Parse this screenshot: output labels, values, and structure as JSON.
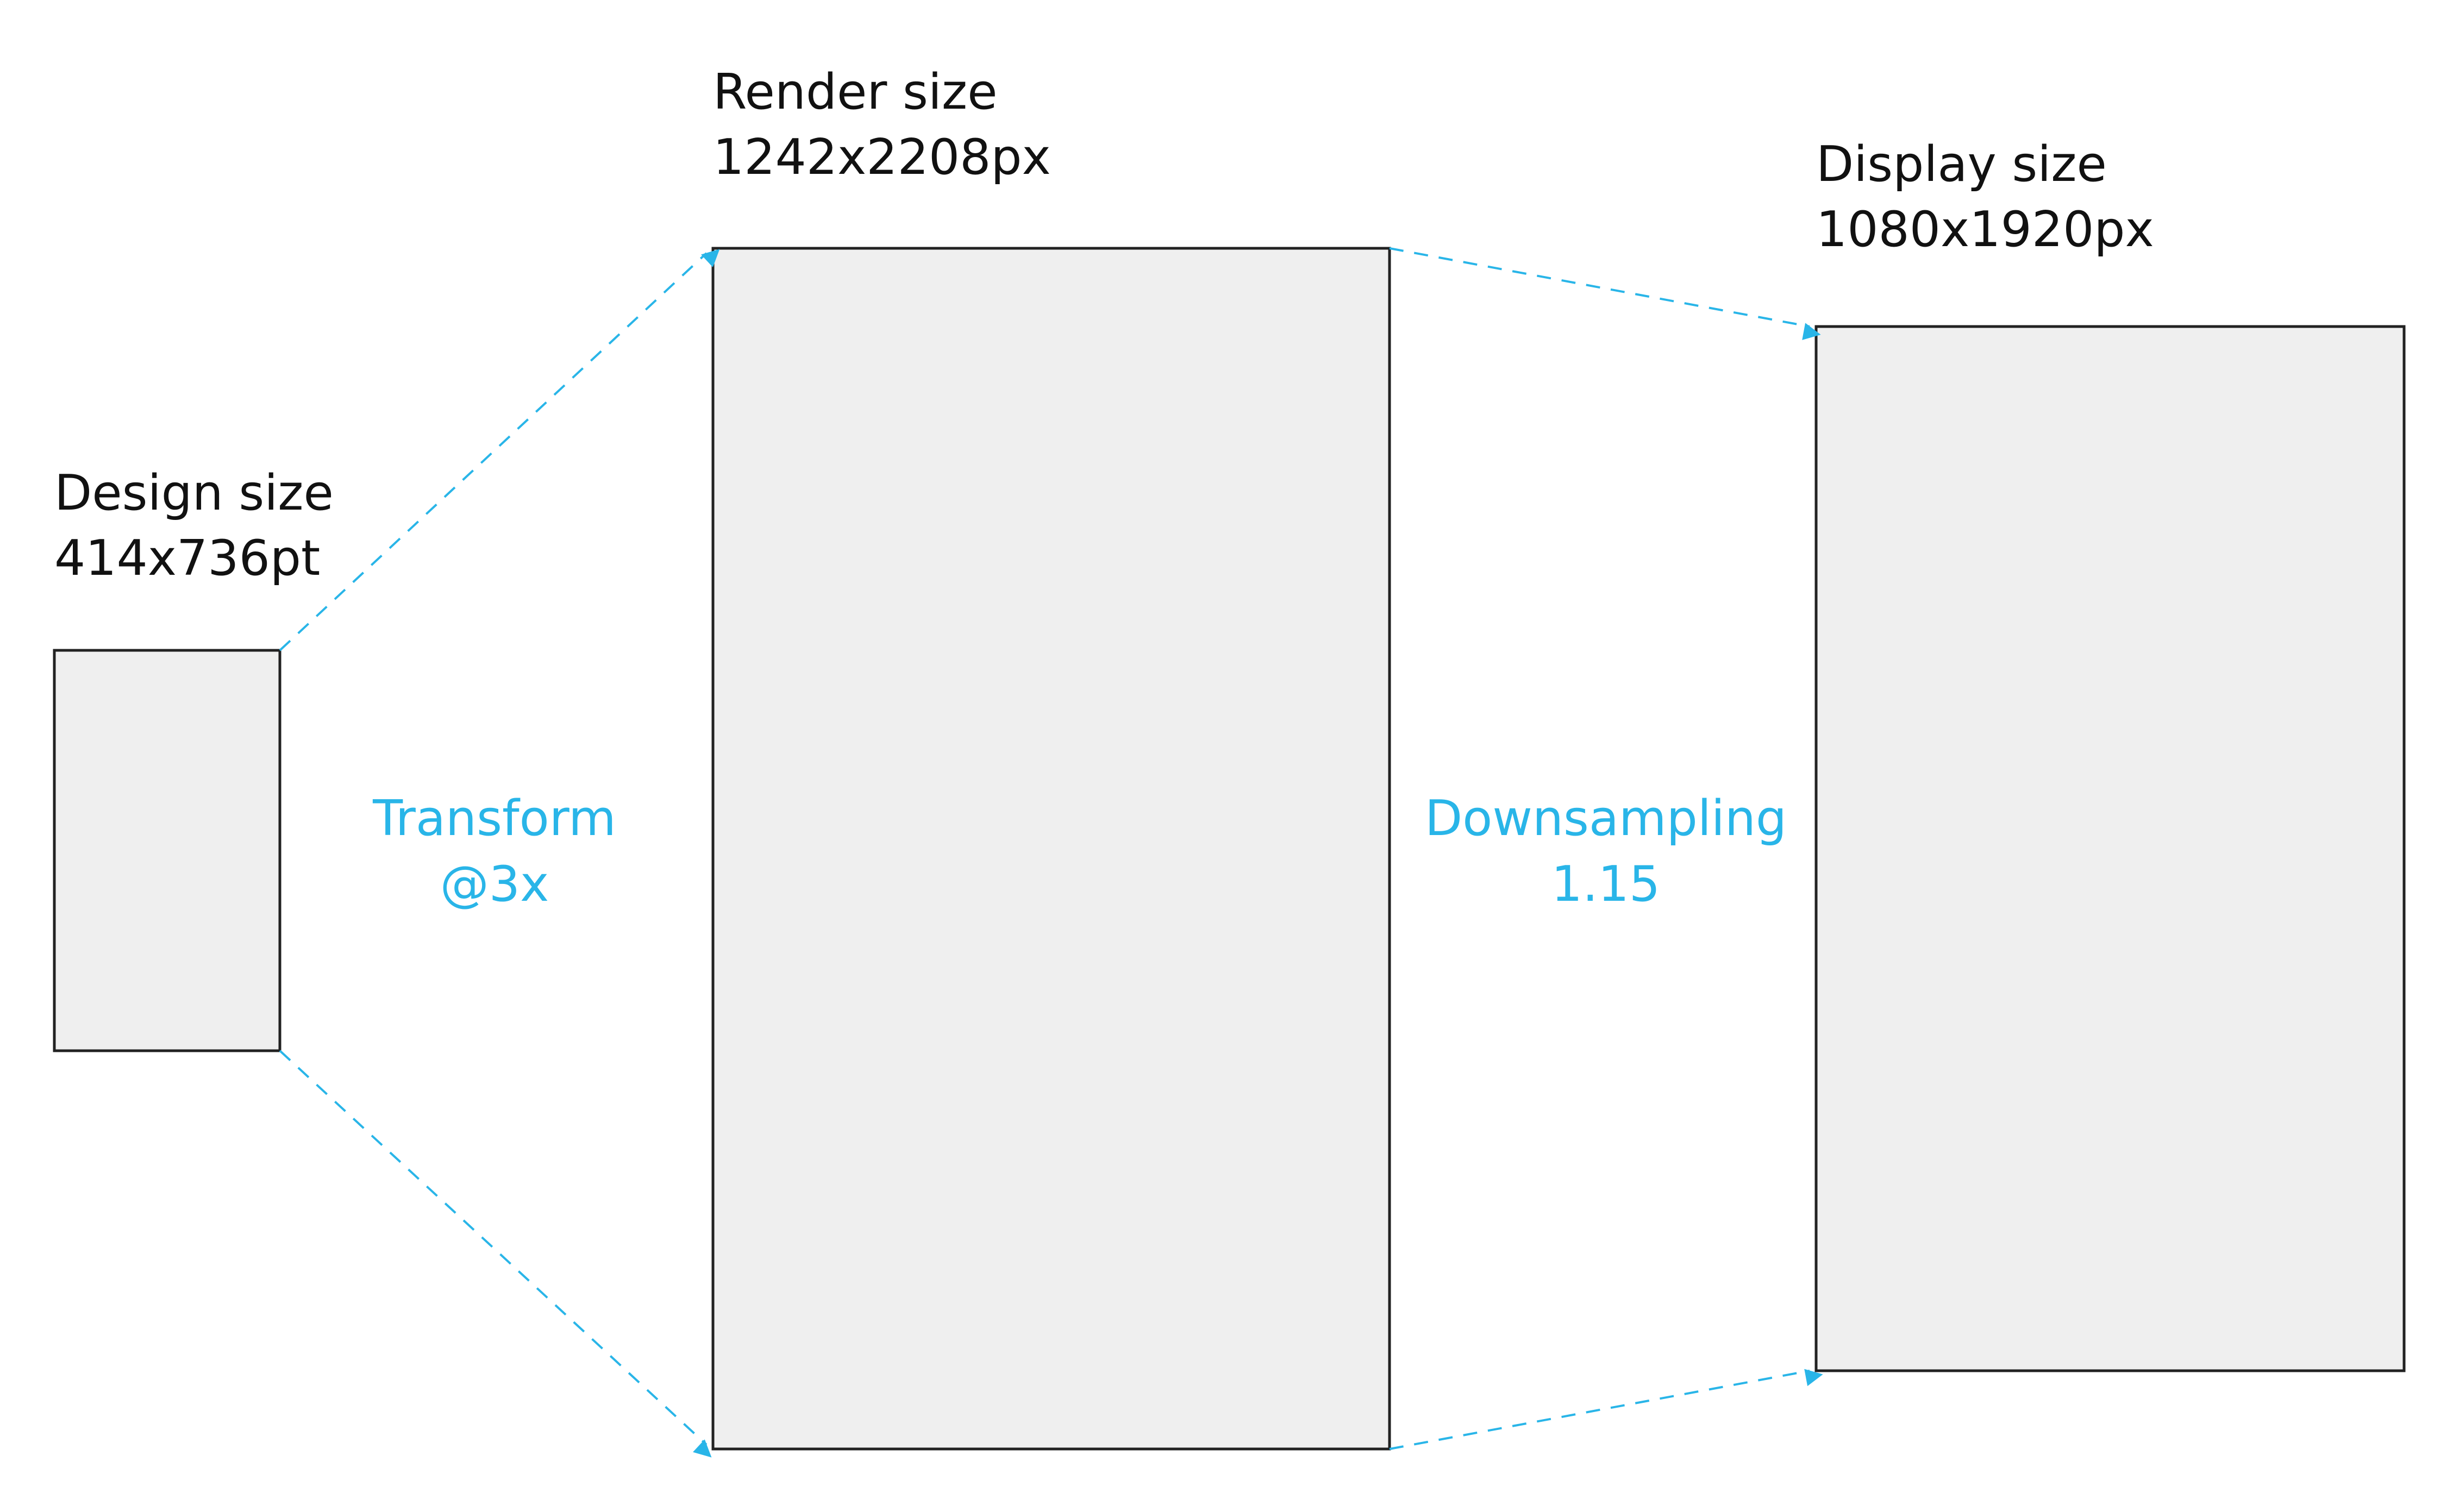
{
  "design": {
    "title": "Design size",
    "size": "414x736pt"
  },
  "render": {
    "title": "Render size",
    "size": "1242x2208px"
  },
  "display": {
    "title": "Display size",
    "size": "1080x1920px"
  },
  "transform": {
    "line1": "Transform",
    "line2": "@3x"
  },
  "downsampling": {
    "line1": "Downsampling",
    "line2": "1.15"
  },
  "colors": {
    "accent": "#29b5e8",
    "box_fill": "#efefef",
    "box_stroke": "#222222",
    "text": "#111111"
  }
}
